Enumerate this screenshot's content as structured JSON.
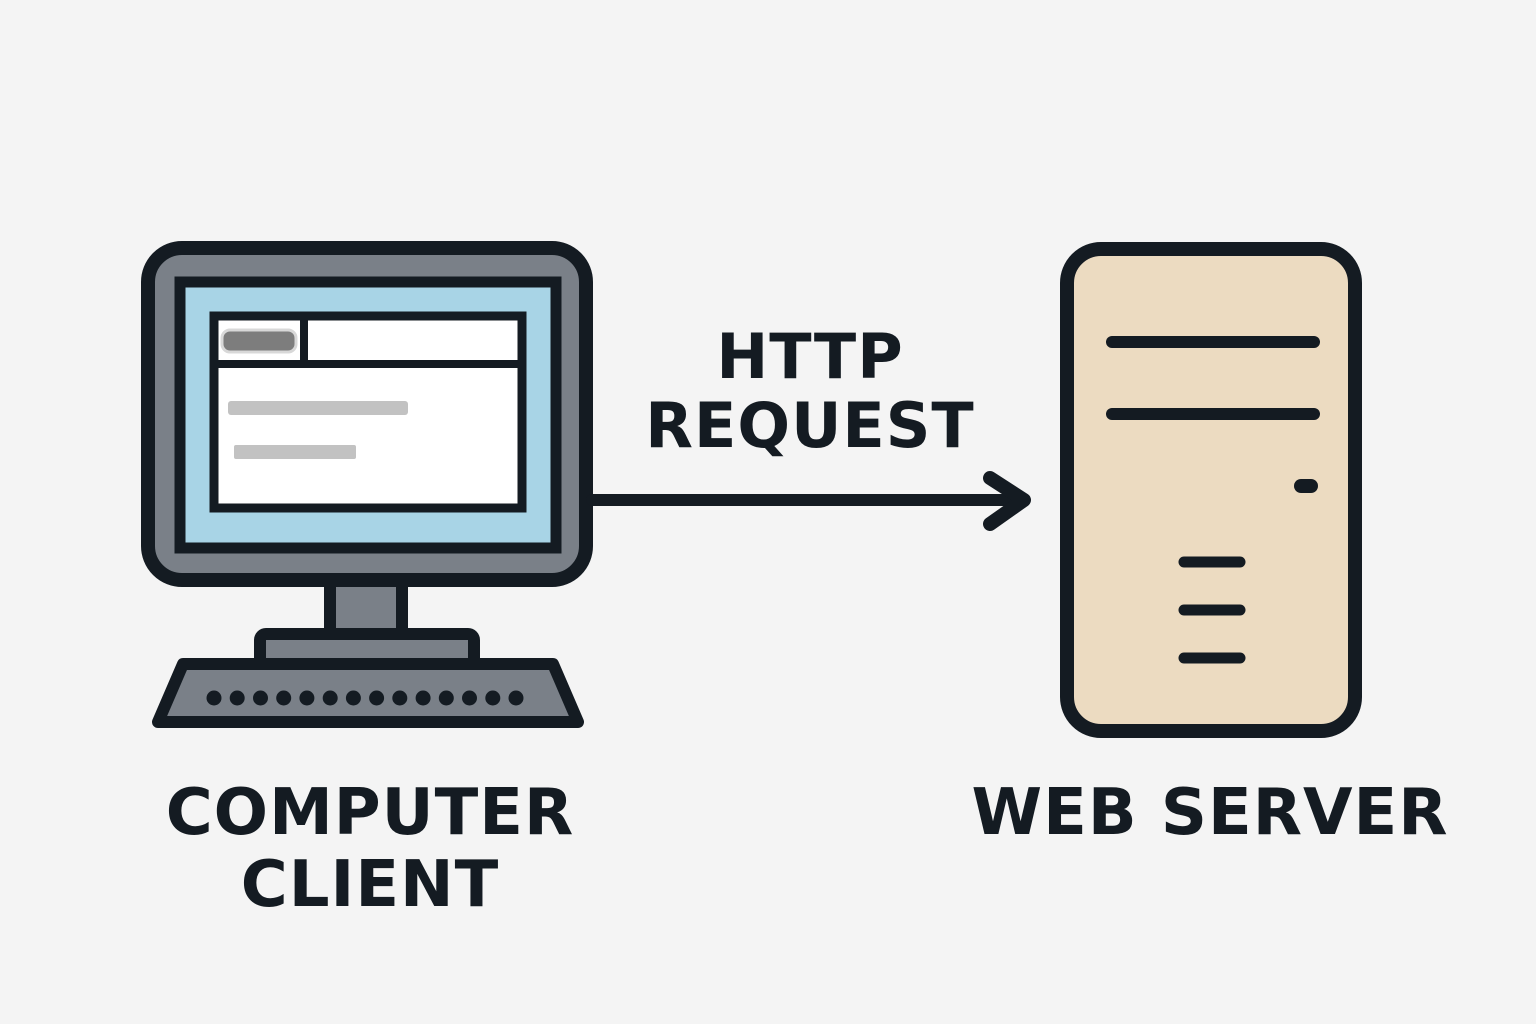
{
  "arrow": {
    "label_line1": "HTTP",
    "label_line2": "REQUEST"
  },
  "client": {
    "label_line1": "COMPUTER",
    "label_line2": "CLIENT",
    "keyboard_key_count": 14
  },
  "server": {
    "label": "WEB SERVER"
  },
  "colors": {
    "background": "#f4f4f4",
    "outline": "#141b22",
    "monitor_body": "#7a8088",
    "screen": "#a8d4e6",
    "window": "#ffffff",
    "placeholder_bar": "#c2c2c2",
    "server_body": "#ecdbc1"
  }
}
